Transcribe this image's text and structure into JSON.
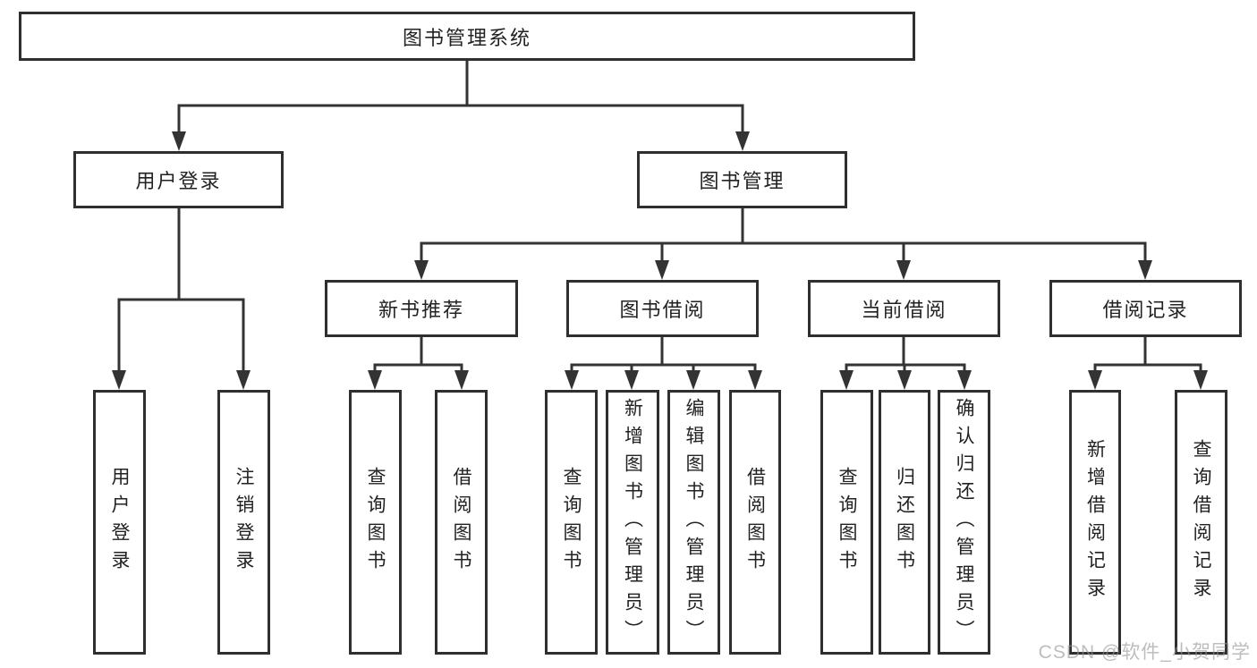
{
  "diagram": {
    "type": "hierarchy-tree",
    "orientation": "top-down",
    "tree": {
      "label": "图书管理系统",
      "children": [
        {
          "label": "用户登录",
          "children": [
            {
              "label": "用户登录"
            },
            {
              "label": "注销登录"
            }
          ]
        },
        {
          "label": "图书管理",
          "children": [
            {
              "label": "新书推荐",
              "children": [
                {
                  "label": "查询图书"
                },
                {
                  "label": "借阅图书"
                }
              ]
            },
            {
              "label": "图书借阅",
              "children": [
                {
                  "label": "查询图书"
                },
                {
                  "label": "新增图书（管理员）"
                },
                {
                  "label": "编辑图书（管理员）"
                },
                {
                  "label": "借阅图书"
                }
              ]
            },
            {
              "label": "当前借阅",
              "children": [
                {
                  "label": "查询图书"
                },
                {
                  "label": "归还图书"
                },
                {
                  "label": "确认归还（管理员）"
                }
              ]
            },
            {
              "label": "借阅记录",
              "children": [
                {
                  "label": "新增借阅记录"
                },
                {
                  "label": "查询借阅记录"
                }
              ]
            }
          ]
        }
      ]
    }
  },
  "watermark": {
    "text": "CSDN @软件_小贺同学"
  },
  "colors": {
    "box_border": "#2f2f2f",
    "connector_line": "#333333",
    "text": "#222222",
    "watermark": "#949494",
    "background": "#ffffff"
  }
}
